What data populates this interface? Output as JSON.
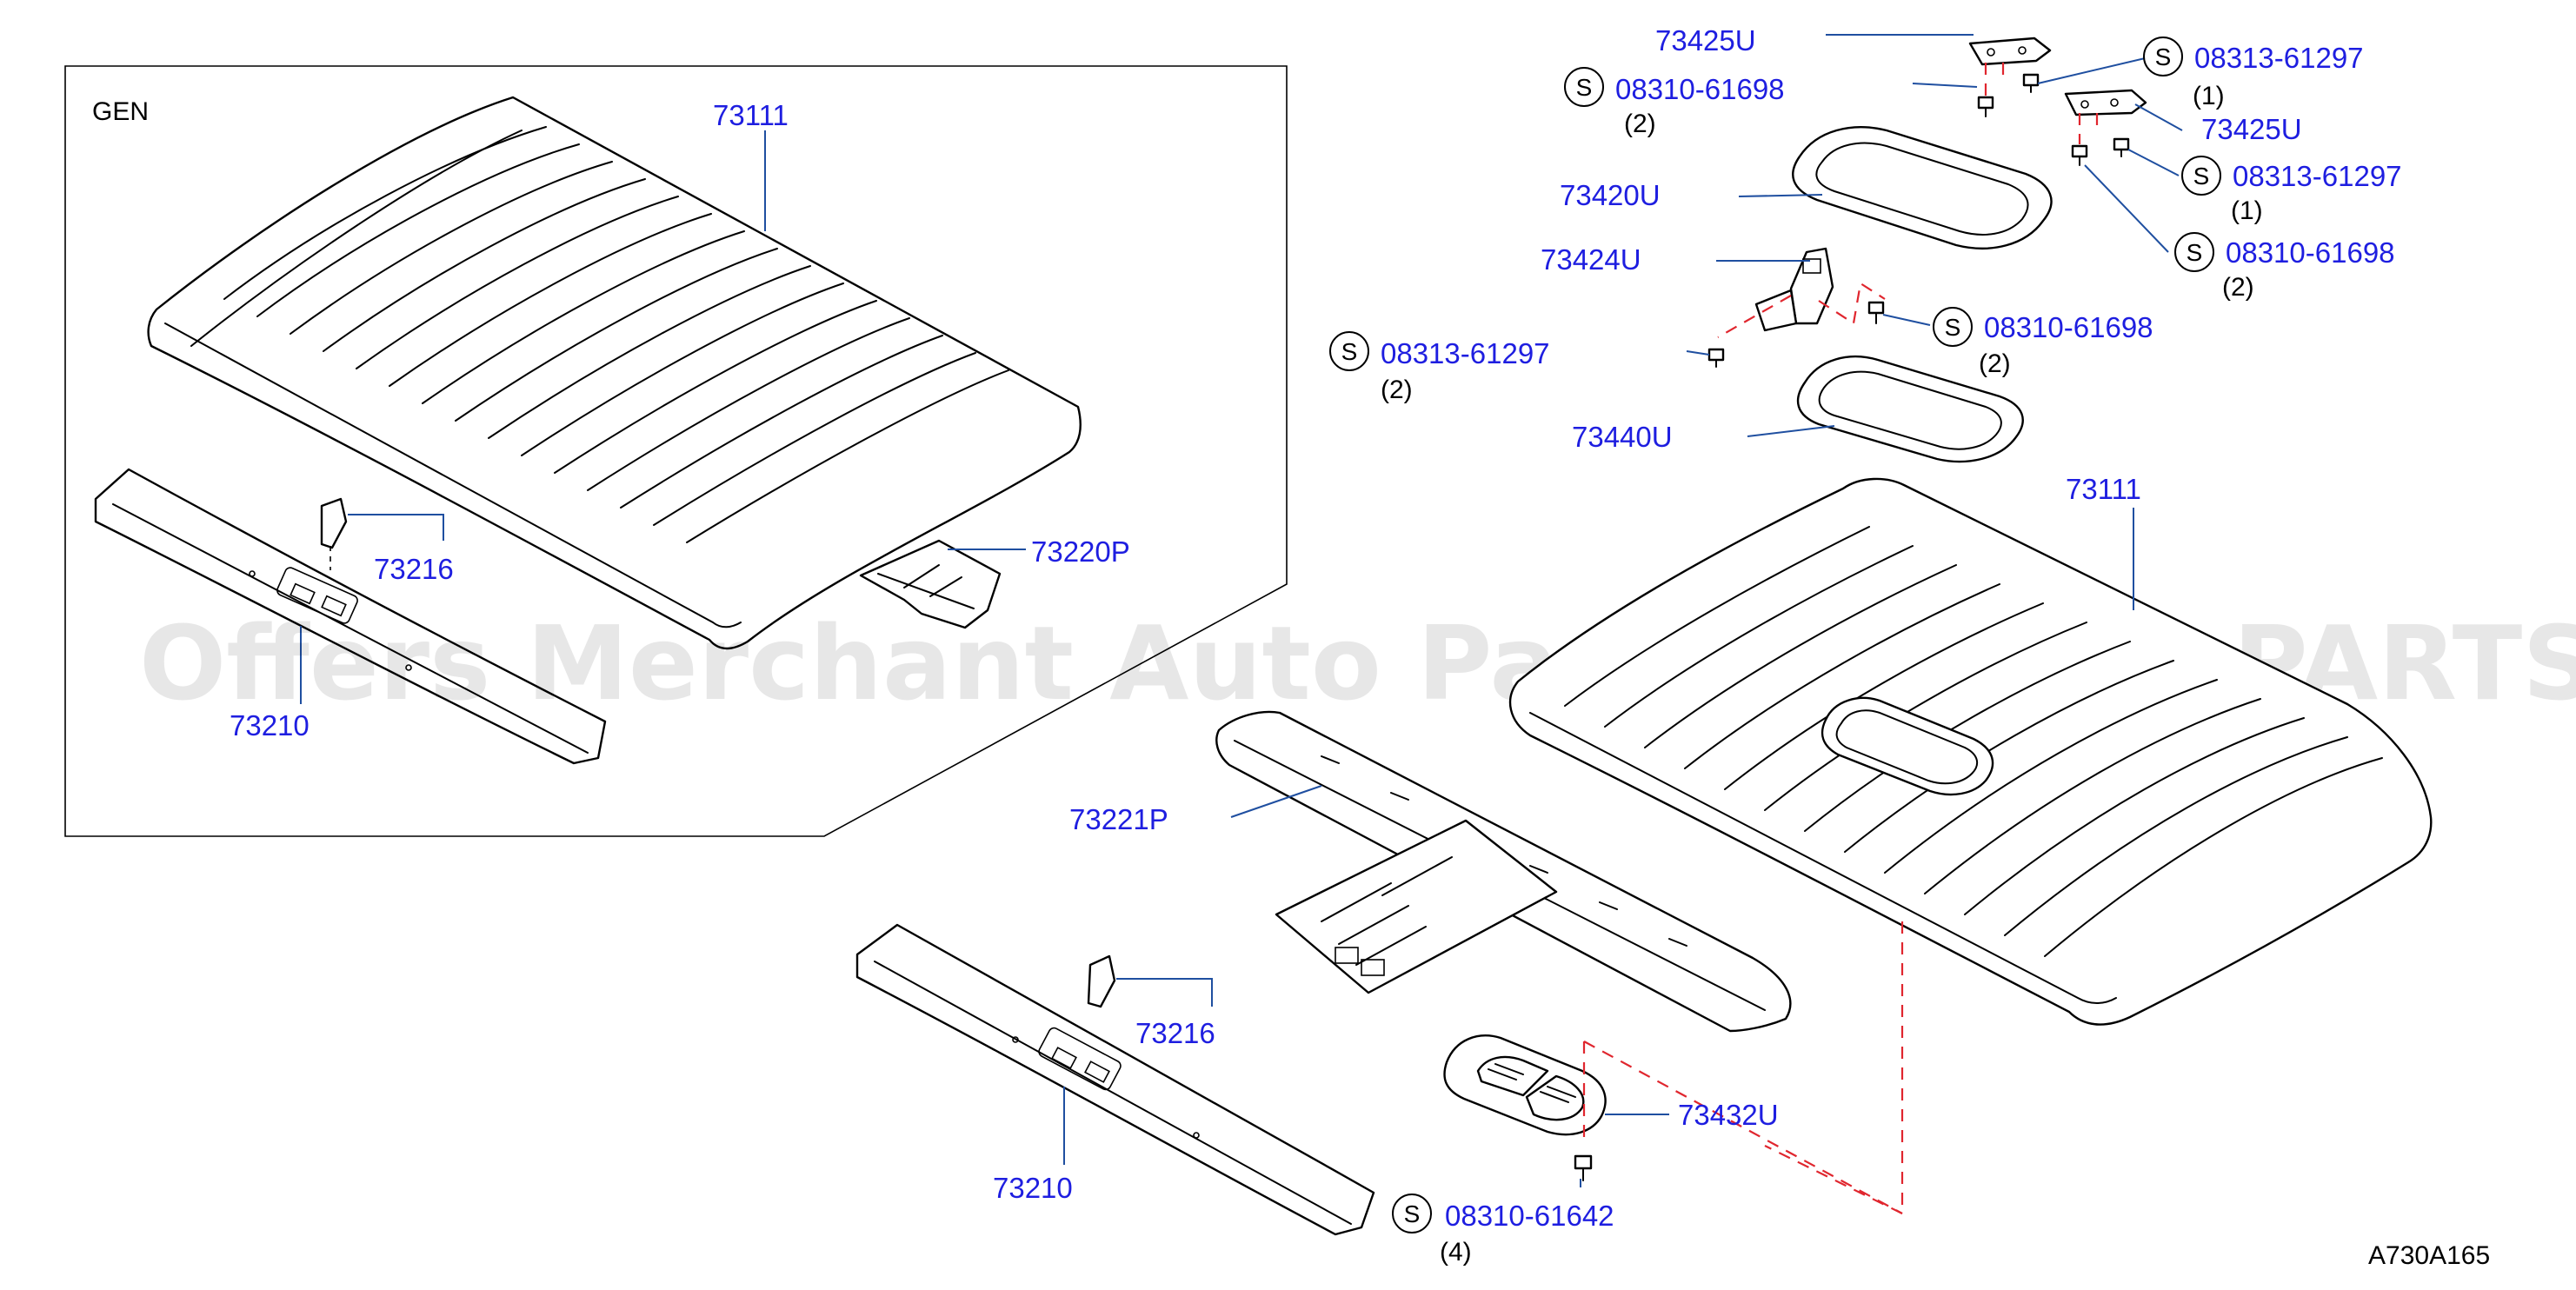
{
  "variant_label": "GEN",
  "diagram_code": "A730A165",
  "watermark": "Offers Merchant Auto Parts Catalog PARTSTORE.SA",
  "labels": {
    "roof_gen": "73111",
    "rail_gen": "73220P",
    "bracket_gen": "73216",
    "bow_gen": "73210",
    "bracket_top_a": "73425U",
    "bracket_top_b": "73425U",
    "frame_upper": "73420U",
    "hinge": "73424U",
    "frame_lower": "73440U",
    "roof_main": "73111",
    "rail_main": "73221P",
    "bracket_main": "73216",
    "bow_main": "73210",
    "lamp": "73432U"
  },
  "screws": [
    {
      "id": "s1",
      "symbol": "S",
      "part": "08313-61297",
      "qty": "(1)"
    },
    {
      "id": "s2",
      "symbol": "S",
      "part": "08310-61698",
      "qty": "(2)"
    },
    {
      "id": "s3",
      "symbol": "S",
      "part": "08313-61297",
      "qty": "(1)"
    },
    {
      "id": "s4",
      "symbol": "S",
      "part": "08310-61698",
      "qty": "(2)"
    },
    {
      "id": "s5",
      "symbol": "S",
      "part": "08310-61698",
      "qty": "(2)"
    },
    {
      "id": "s6",
      "symbol": "S",
      "part": "08313-61297",
      "qty": "(2)"
    },
    {
      "id": "s7",
      "symbol": "S",
      "part": "08310-61642",
      "qty": "(4)"
    }
  ]
}
